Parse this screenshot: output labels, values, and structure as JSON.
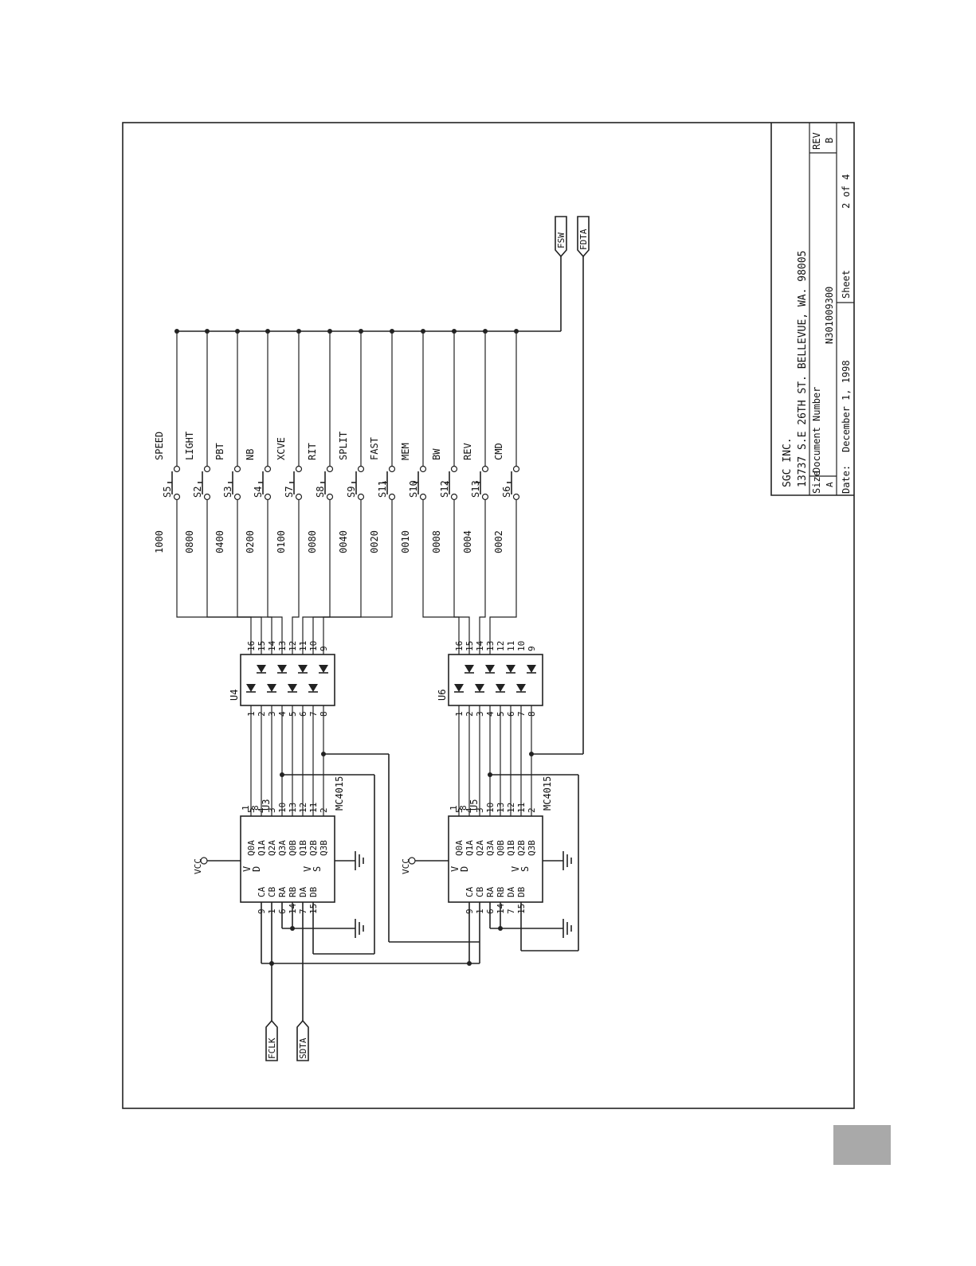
{
  "title_block": {
    "company": "SGC INC.",
    "address": "13737 S.E 26TH ST. BELLEVUE, WA. 98005",
    "size_label": "Size",
    "size_value": "A",
    "docnum_label": "Document Number",
    "docnum_value": "N301009300",
    "rev_label": "REV",
    "rev_value": "B",
    "date_label": "Date:",
    "date_value": "December 1, 1998",
    "sheet_label": "Sheet",
    "sheet_value": "2 of 4"
  },
  "ports": {
    "fsw": "FSW",
    "fdta": "FDTA",
    "fclk": "FCLK",
    "sdta": "SDTA"
  },
  "switches": [
    {
      "ref": "S5",
      "name": "SPEED",
      "code": "1000"
    },
    {
      "ref": "S2",
      "name": "LIGHT",
      "code": "0800"
    },
    {
      "ref": "S3",
      "name": "PBT",
      "code": "0400"
    },
    {
      "ref": "S4",
      "name": "NB",
      "code": "0200"
    },
    {
      "ref": "S7",
      "name": "XCVE",
      "code": "0100"
    },
    {
      "ref": "S8",
      "name": "RIT",
      "code": "0080"
    },
    {
      "ref": "S9",
      "name": "SPLIT",
      "code": "0040"
    },
    {
      "ref": "S11",
      "name": "FAST",
      "code": "0020"
    },
    {
      "ref": "S10",
      "name": "MEM",
      "code": "0010"
    },
    {
      "ref": "S12",
      "name": "BW",
      "code": "0008"
    },
    {
      "ref": "S13",
      "name": "REV",
      "code": "0004"
    },
    {
      "ref": "S6",
      "name": "CMD",
      "code": "0002"
    }
  ],
  "diode_arrays": [
    {
      "ref": "U4",
      "pins_top": [
        "1",
        "2",
        "3",
        "4",
        "5",
        "6",
        "7",
        "8"
      ],
      "pins_bottom": [
        "16",
        "15",
        "14",
        "13",
        "12",
        "11",
        "10",
        "9"
      ]
    },
    {
      "ref": "U6",
      "pins_top": [
        "1",
        "2",
        "3",
        "4",
        "5",
        "6",
        "7",
        "8"
      ],
      "pins_bottom": [
        "16",
        "15",
        "14",
        "13",
        "12",
        "11",
        "10",
        "9"
      ]
    }
  ],
  "shift_registers": [
    {
      "ref": "U3",
      "part": "MC4015",
      "vcc": "VCC",
      "outputs": [
        "Q0A",
        "Q1A",
        "Q2A",
        "Q3A",
        "Q0B",
        "Q1B",
        "Q2B",
        "Q3B"
      ],
      "output_pins": [
        "5",
        "4",
        "3",
        "10",
        "13",
        "12",
        "11",
        "2"
      ],
      "inputs": [
        "CA",
        "CB",
        "RA",
        "RB",
        "DA",
        "DB"
      ],
      "input_pins": [
        "9",
        "1",
        "6",
        "14",
        "7",
        "15"
      ],
      "power": [
        "V",
        "D",
        "V",
        "S",
        "1",
        "8"
      ]
    },
    {
      "ref": "U5",
      "part": "MC4015",
      "vcc": "VCC",
      "outputs": [
        "Q0A",
        "Q1A",
        "Q2A",
        "Q3A",
        "Q0B",
        "Q1B",
        "Q2B",
        "Q3B"
      ],
      "output_pins": [
        "5",
        "4",
        "3",
        "10",
        "13",
        "12",
        "11",
        "2"
      ],
      "inputs": [
        "CA",
        "CB",
        "RA",
        "RB",
        "DA",
        "DB"
      ],
      "input_pins": [
        "9",
        "1",
        "6",
        "14",
        "7",
        "15"
      ],
      "power": [
        "V",
        "D",
        "V",
        "S",
        "1",
        "8"
      ]
    }
  ]
}
